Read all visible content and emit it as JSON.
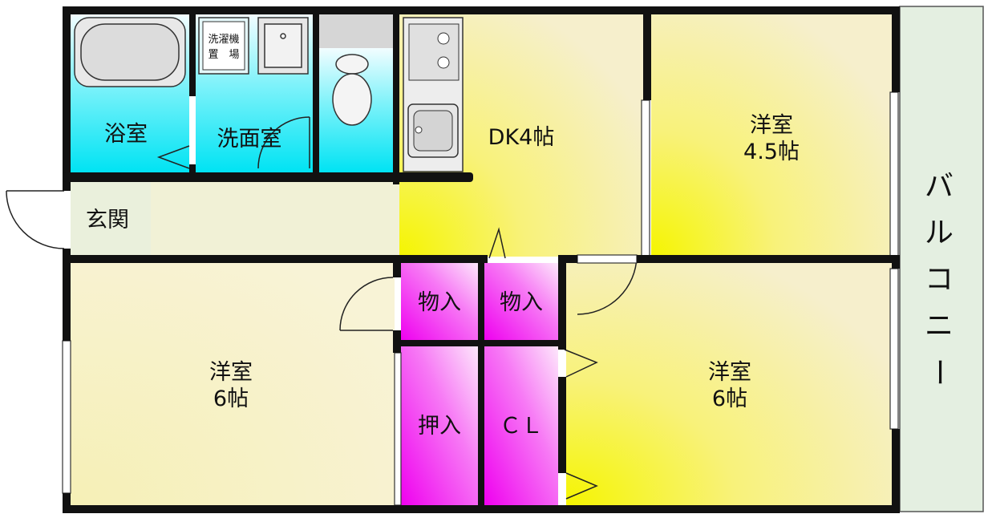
{
  "rooms": {
    "bath": "浴室",
    "washroom": "洗面室",
    "laundry_line1": "洗濯機",
    "laundry_line2": "置　場",
    "dk": "DK4帖",
    "western_ne_name": "洋室",
    "western_ne_size": "4.5帖",
    "entrance": "玄関",
    "western_sw_name": "洋室",
    "western_sw_size": "6帖",
    "western_se_name": "洋室",
    "western_se_size": "6帖",
    "storage_1": "物入",
    "storage_2": "物入",
    "closet_jp": "押入",
    "closet": "ＣＬ",
    "balcony": [
      "バ",
      "ル",
      "コ",
      "ニ",
      "ー"
    ]
  },
  "colors": {
    "wall": "#111111",
    "water_area": "#00e5f5",
    "yellow_area": "#f7f700",
    "cream_area": "#f6efc4",
    "magenta_area": "#f000f0",
    "entrance_floor": "#eef0dc",
    "balcony_floor": "#e3eee0"
  }
}
